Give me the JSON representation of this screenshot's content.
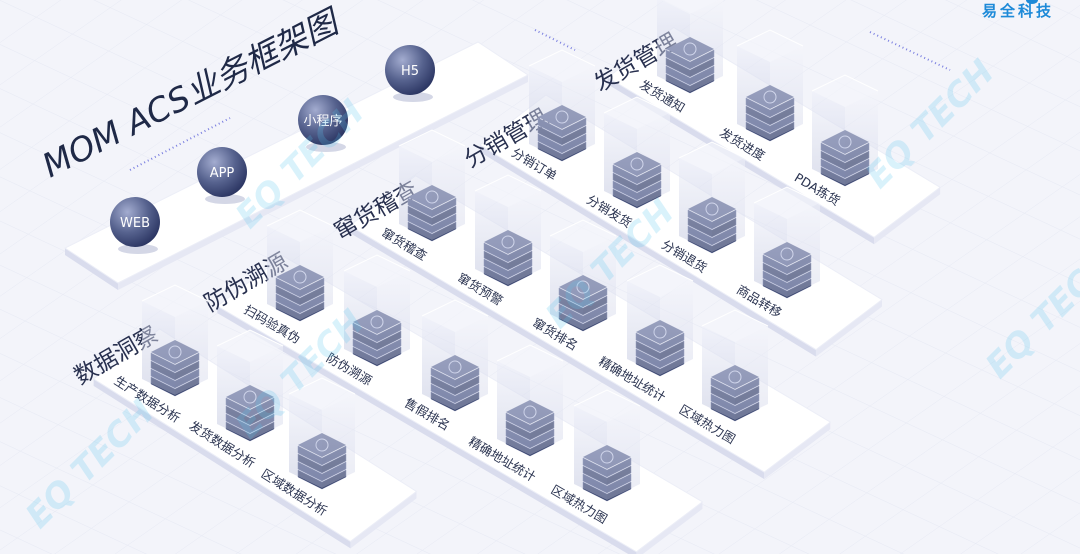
{
  "title": "MOM ACS业务框架图",
  "logo": "易全科技",
  "watermark": "EQ TECH",
  "clients": [
    "WEB",
    "APP",
    "小程序",
    "H5"
  ],
  "modules": [
    {
      "title": "发货管理",
      "items": [
        "发货通知",
        "发货进度",
        "PDA拣货"
      ]
    },
    {
      "title": "分销管理",
      "items": [
        "分销订单",
        "分销发货",
        "分销退货",
        "商品转移"
      ]
    },
    {
      "title": "窜货稽查",
      "items": [
        "窜货稽查",
        "窜货预警",
        "窜货排名",
        "精确地址统计",
        "区域热力图"
      ]
    },
    {
      "title": "防伪溯源",
      "items": [
        "扫码验真伪",
        "防伪溯源",
        "售假排名",
        "精确地址统计",
        "区域热力图"
      ]
    },
    {
      "title": "数据洞察",
      "items": [
        "生产数据分析",
        "发货数据分析",
        "区域数据分析"
      ]
    }
  ],
  "colors": {
    "background": "#f3f4fa",
    "cube_dark": "#3b4669",
    "sphere": "#48557f",
    "title": "#1f2947",
    "logo": "#1e8ad8",
    "watermark": "#58c6ef"
  }
}
